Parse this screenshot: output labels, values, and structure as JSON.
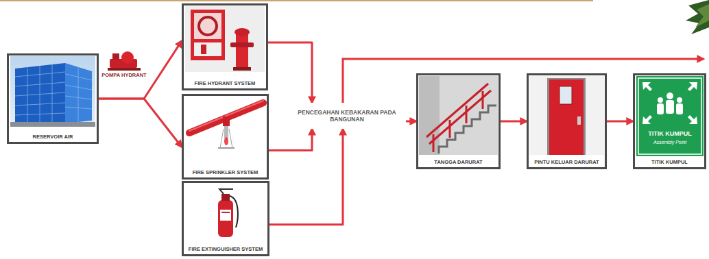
{
  "diagram": {
    "nodes": [
      {
        "text": [
          "RESERVOIR AIR"
        ]
      },
      {
        "text": [
          "FIRE HYDRANT SYSTEM"
        ]
      },
      {
        "text": [
          "FIRE SPRINKLER SYSTEM"
        ]
      },
      {
        "text": [
          "FIRE EXTINGUISHER SYSTEM"
        ]
      },
      {
        "text": [
          "PENCEGAHAN KEBAKARAN PADA BANGUNAN"
        ]
      },
      {
        "text": [
          "TANGGA DARURAT"
        ]
      },
      {
        "text": [
          "PINTU KELUAR DARURAT"
        ]
      },
      {
        "text": [
          "TITIK KUMPUL"
        ]
      }
    ],
    "edges": [
      {
        "from": 0,
        "to": 1,
        "arrow": "to"
      },
      {
        "from": 0,
        "to": 2,
        "arrow": "to"
      },
      {
        "from": 1,
        "to": 4,
        "arrow": "to"
      },
      {
        "from": 2,
        "to": 4,
        "arrow": "to"
      },
      {
        "from": 3,
        "to": 4,
        "arrow": "to"
      },
      {
        "from": 4,
        "to": 5,
        "arrow": "to"
      },
      {
        "from": 5,
        "to": 6,
        "arrow": "to"
      },
      {
        "from": 6,
        "to": 7,
        "arrow": "to"
      }
    ],
    "labels": [
      "POMPA HYDRANT",
      "TITIK KUMPUL",
      "Assembly Point"
    ]
  }
}
